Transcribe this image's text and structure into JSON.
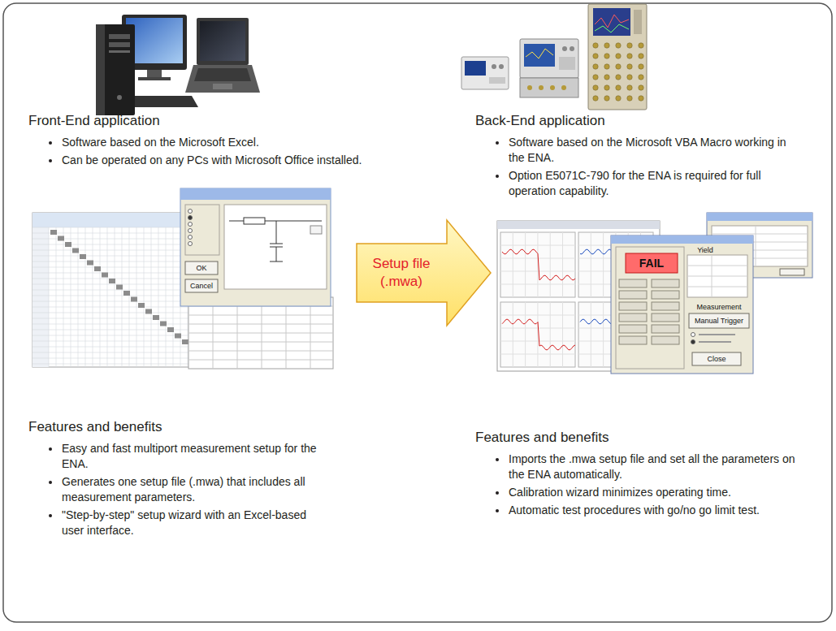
{
  "diagram": {
    "nodes": [
      {
        "text": [
          "Setup file (.mwa)"
        ]
      }
    ],
    "labels": [
      "Front-End application",
      "Software based on the Microsoft Excel.",
      "Can be operated on any PCs with Microsoft Office installed.",
      "Back-End application",
      "Software based on the Microsoft VBA Macro working in the ENA.",
      "Option E5071C-790 for the ENA is required for full operation capability.",
      "Features and benefits",
      "Easy and fast multiport measurement setup for the ENA.",
      "Generates one setup file (.mwa) that includes all measurement parameters.",
      "\"Step-by-step\" setup wizard with an Excel-based user interface.",
      "Features and benefits",
      "Imports the .mwa setup file and set all the parameters on the ENA automatically.",
      "Calibration wizard minimizes operating time.",
      "Automatic test procedures with go/no go limit test.",
      "OK",
      "Cancel",
      "FAIL",
      "Yield",
      "Measurement",
      "Manual Trigger",
      "Close"
    ]
  }
}
